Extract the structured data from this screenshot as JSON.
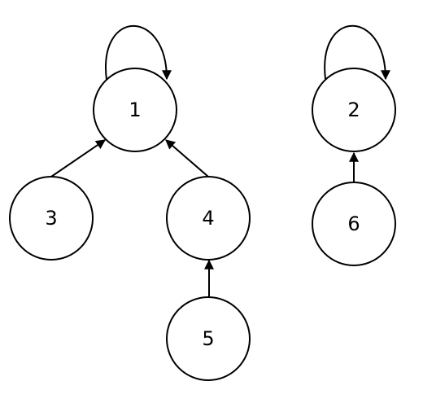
{
  "nodes": [
    {
      "id": "1",
      "label": "1"
    },
    {
      "id": "2",
      "label": "2"
    },
    {
      "id": "3",
      "label": "3"
    },
    {
      "id": "4",
      "label": "4"
    },
    {
      "id": "5",
      "label": "5"
    },
    {
      "id": "6",
      "label": "6"
    }
  ],
  "edges": [
    {
      "from": "1",
      "to": "1"
    },
    {
      "from": "2",
      "to": "2"
    },
    {
      "from": "3",
      "to": "1"
    },
    {
      "from": "4",
      "to": "1"
    },
    {
      "from": "5",
      "to": "4"
    },
    {
      "from": "6",
      "to": "2"
    }
  ],
  "colors": {
    "stroke": "#000000",
    "fill": "#ffffff",
    "background": "#ffffff"
  }
}
